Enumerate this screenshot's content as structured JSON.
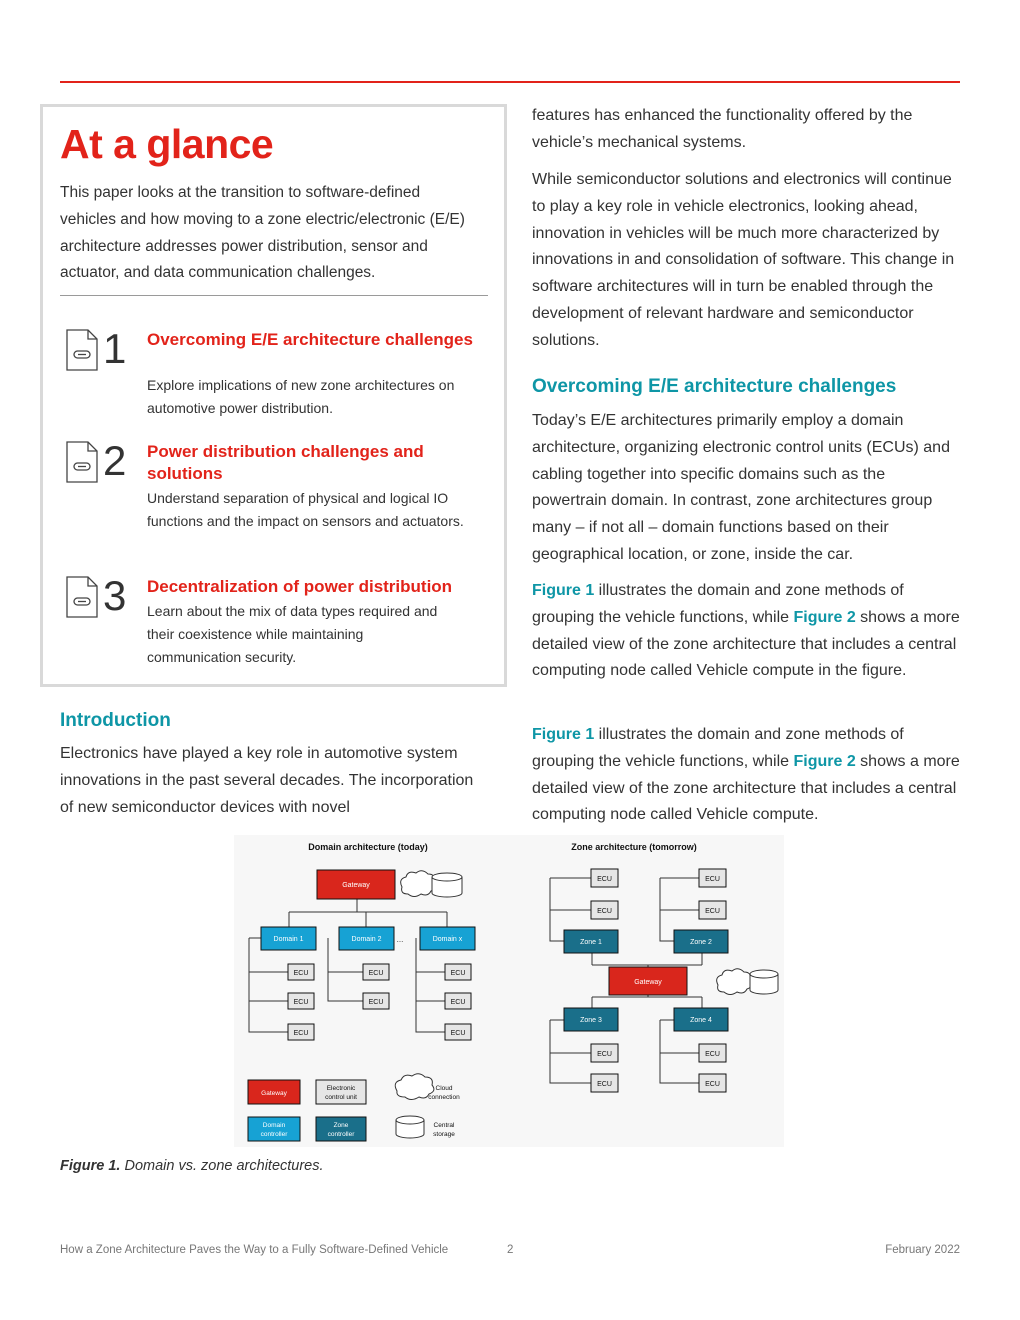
{
  "glance": {
    "title": "At a glance",
    "intro": "This paper looks at the transition to software-defined vehicles and how moving to a zone electric/electronic (E/E) architecture addresses power distribution, sensor and actuator, and data communication challenges.",
    "items": [
      {
        "number": "1",
        "title": "Overcoming E/E architecture challenges",
        "description": "Explore implications of new zone architectures on automotive power distribution."
      },
      {
        "number": "2",
        "title": "Power distribution challenges and solutions",
        "description": "Understand separation of physical and logical IO functions and the impact on sensors and actuators."
      },
      {
        "number": "3",
        "title": "Decentralization of power distribution",
        "description": "Learn about the mix of data types required and their coexistence while maintaining communication security."
      }
    ]
  },
  "introduction": {
    "heading": "Introduction",
    "text": "Electronics have played a key role in automotive system innovations in the past several decades. The incorporation of new semiconductor devices with novel"
  },
  "right": {
    "continuation": "features has enhanced the functionality offered by the vehicle’s mechanical systems.",
    "para2": "While semiconductor solutions and electronics will continue to play a key role in vehicle electronics, looking ahead, innovation in vehicles will be much more characterized by innovations in and consolidation of software. This change in software architectures will in turn be enabled through the development of relevant hardware and semiconductor solutions.",
    "heading": "Overcoming E/E architecture challenges",
    "para3": "Today’s E/E architectures primarily employ a domain architecture, organizing electronic control units (ECUs) and cabling together into specific domains such as the powertrain domain. In contrast, zone architectures group many – if not all – domain functions based on their geographical location, or zone, inside the car.",
    "para4": {
      "link1": "Figure 1",
      "text1": " illustrates the domain and zone methods of grouping the vehicle functions, while ",
      "link2": "Figure 2",
      "text2": " shows a more detailed view of the zone architecture that includes a central computing node called Vehicle compute in the figure."
    },
    "para5": {
      "link1": "Figure 1",
      "text1": " illustrates the domain and zone methods of grouping the vehicle functions, while ",
      "link2": "Figure 2",
      "text2": " shows a more detailed view of the zone architecture that includes a central computing node called Vehicle compute."
    }
  },
  "figure": {
    "domain_title": "Domain architecture (today)",
    "zone_title": "Zone architecture (tomorrow)",
    "gateway": "Gateway",
    "domain1": "Domain 1",
    "domain2": "Domain 2",
    "domainx": "Domain x",
    "ellipsis": "...",
    "ecu": "ECU",
    "zone1": "Zone 1",
    "zone2": "Zone 2",
    "zone3": "Zone 3",
    "zone4": "Zone 4",
    "legend": {
      "gateway": "Gateway",
      "ecu_line1": "Electronic",
      "ecu_line2": "control unit",
      "cloud_line1": "Cloud",
      "cloud_line2": "connection",
      "domain_line1": "Domain",
      "domain_line2": "controller",
      "zone_line1": "Zone",
      "zone_line2": "controller",
      "storage_line1": "Central",
      "storage_line2": "storage"
    },
    "colors": {
      "gateway": "#d9261c",
      "domain": "#17a2d4",
      "zone": "#1a6f8a",
      "ecu": "#e6e6e6"
    },
    "caption_label": "Figure 1.",
    "caption_text": " Domain vs. zone architectures."
  },
  "footer": {
    "title": "How a Zone Architecture Paves the Way to a Fully Software-Defined Vehicle",
    "page": "2",
    "date": "February 2022"
  }
}
